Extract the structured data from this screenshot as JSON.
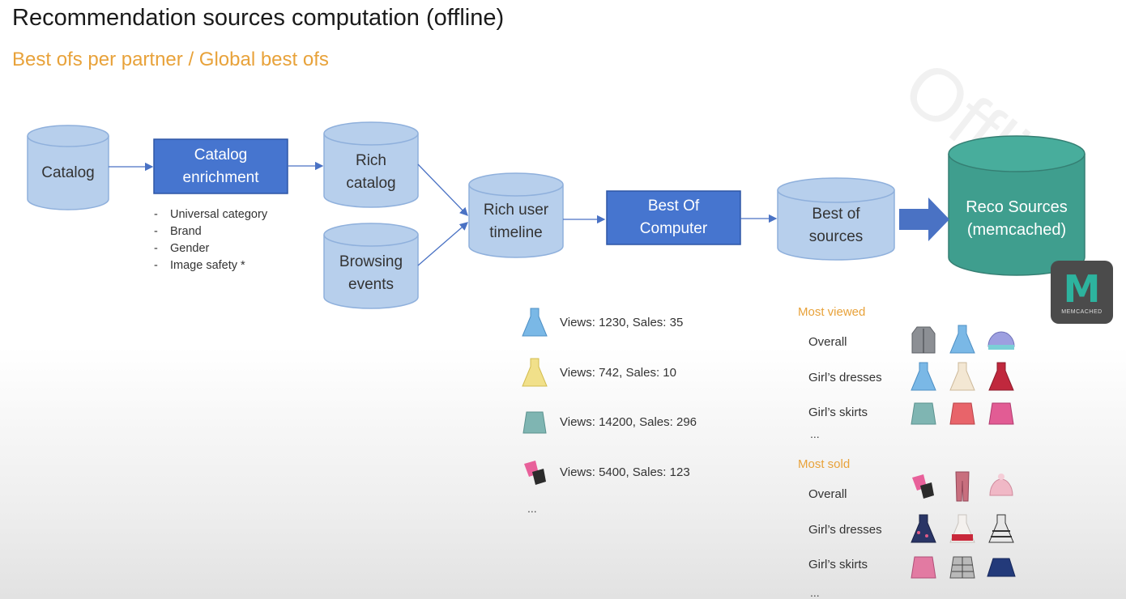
{
  "slide": {
    "title": "Recommendation sources computation (offline)",
    "subtitle": "Best ofs per partner / Global best ofs",
    "watermark": "Offline"
  },
  "nodes": {
    "catalog": "Catalog",
    "catalog_enrichment": "Catalog enrichment",
    "rich_catalog": "Rich catalog",
    "browsing_events": "Browsing events",
    "rich_user_timeline": "Rich user timeline",
    "best_of_computer": "Best Of Computer",
    "best_of_sources": "Best of sources",
    "reco_sources": "Reco Sources (memcached)"
  },
  "enrichment_features": [
    "Universal category",
    "Brand",
    "Gender",
    "Image safety *"
  ],
  "stats": [
    {
      "text": "Views: 1230, Sales: 35",
      "icon": "blue-dress-icon"
    },
    {
      "text": "Views: 742, Sales: 10",
      "icon": "yellow-dress-icon"
    },
    {
      "text": "Views: 14200, Sales: 296",
      "icon": "teal-skirt-icon"
    },
    {
      "text": "Views: 5400, Sales: 123",
      "icon": "pink-gloves-icon"
    }
  ],
  "stats_more": "...",
  "most_viewed": {
    "label": "Most viewed",
    "rows": [
      {
        "label": "Overall",
        "icons": [
          "grey-coat-icon",
          "blue-dress-icon",
          "purple-hat-icon"
        ]
      },
      {
        "label": "Girl’s dresses",
        "icons": [
          "blue-dress-icon",
          "cream-dress-icon",
          "red-dress-icon"
        ]
      },
      {
        "label": "Girl’s skirts",
        "icons": [
          "teal-skirt-icon",
          "coral-skirt-icon",
          "pink-skirt-icon"
        ]
      }
    ],
    "more": "..."
  },
  "most_sold": {
    "label": "Most sold",
    "rows": [
      {
        "label": "Overall",
        "icons": [
          "pink-gloves-icon",
          "pink-leggings-icon",
          "pink-hat-icon"
        ]
      },
      {
        "label": "Girl’s dresses",
        "icons": [
          "navy-dress-icon",
          "white-red-dress-icon",
          "striped-dress-icon"
        ]
      },
      {
        "label": "Girl’s skirts",
        "icons": [
          "pink-skirt-icon",
          "plaid-skirt-icon",
          "navy-skirt-icon"
        ]
      }
    ],
    "more": "..."
  },
  "logo": {
    "letter": "M",
    "word": "MEMCACHED"
  },
  "colors": {
    "cylinder": "#b7cfec",
    "cylinder_stroke": "#8fb0dc",
    "box": "#4675cf",
    "reco": "#3f9e8e",
    "accent": "#e8a23a",
    "arrow": "#4a72c4"
  }
}
